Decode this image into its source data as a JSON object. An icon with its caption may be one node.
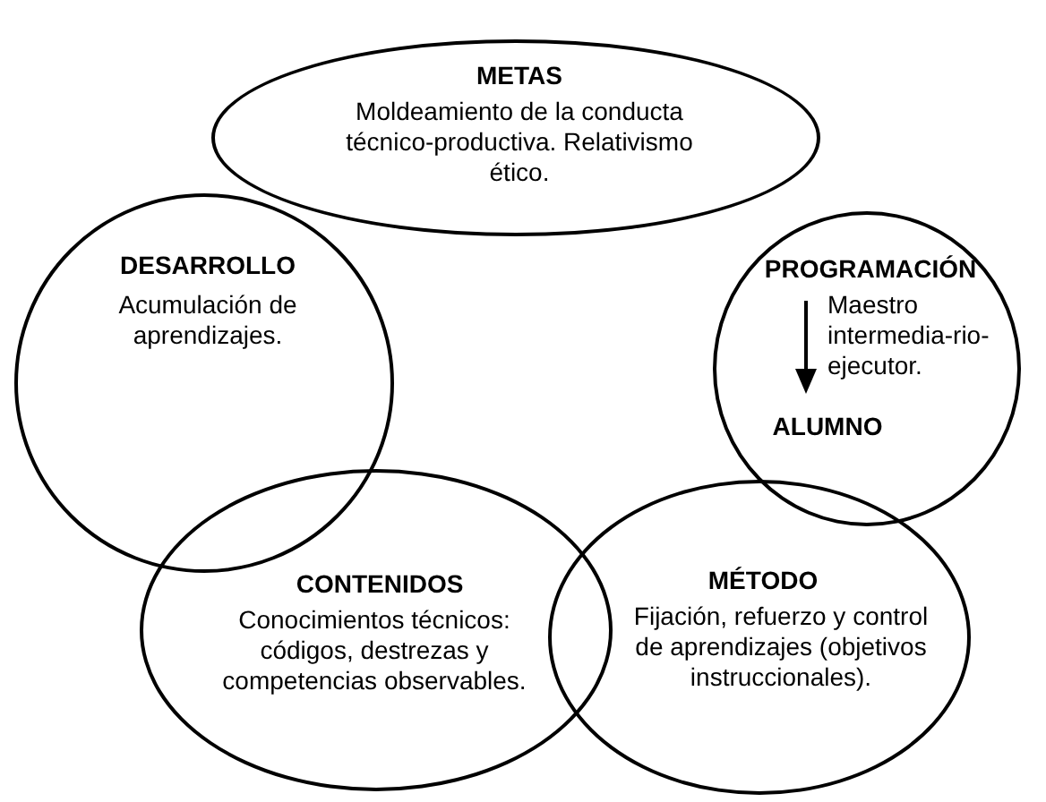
{
  "diagram": {
    "nodes": [
      {
        "text": [
          "METAS",
          "Moldeamiento de la conducta técnico-productiva. Relativismo ético."
        ]
      },
      {
        "text": [
          "DESARROLLO",
          "Acumulación de aprendizajes."
        ]
      },
      {
        "text": [
          "PROGRAMACIÓN",
          "Maestro intermedia-rio-ejecutor.",
          "ALUMNO"
        ]
      },
      {
        "text": [
          "CONTENIDOS",
          "Conocimientos técnicos: códigos, destrezas y competencias observables."
        ]
      },
      {
        "text": [
          "MÉTODO",
          "Fijación, refuerzo y control de aprendizajes (objetivos instruccionales)."
        ]
      }
    ],
    "edges": []
  }
}
